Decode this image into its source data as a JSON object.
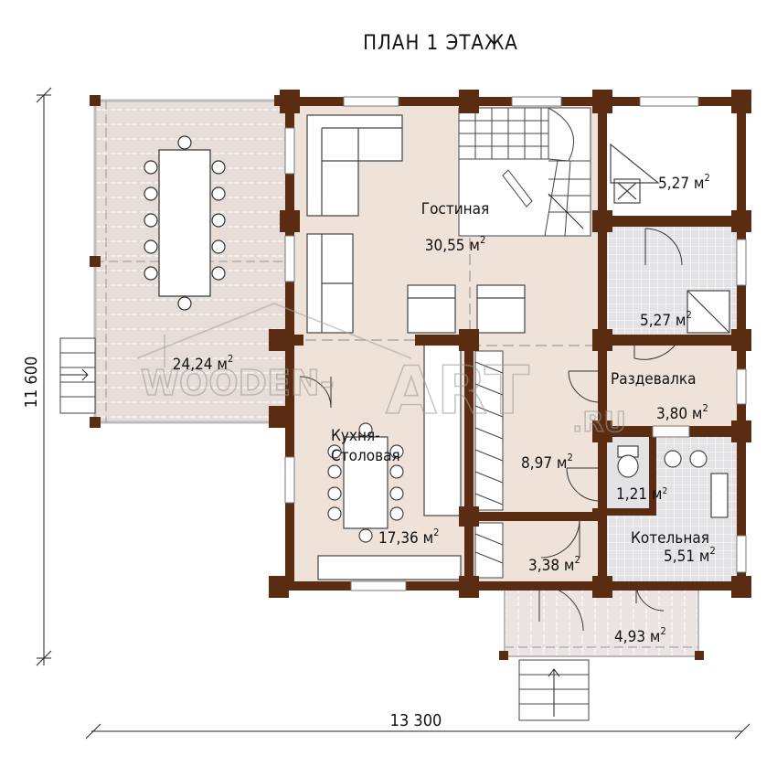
{
  "title": "ПЛАН 1 ЭТАЖА",
  "dimensions": {
    "width": "13 300",
    "height": "11 600"
  },
  "rooms": {
    "living": {
      "name": "Гостиная",
      "area": "30,55 м",
      "sup": "2"
    },
    "kitchen": {
      "name_line1": "Кухня-",
      "name_line2": "Столовая",
      "area": "17,36 м",
      "sup": "2"
    },
    "terrace": {
      "area": "24,24 м",
      "sup": "2"
    },
    "storage_top": {
      "area": "5,27 м",
      "sup": "2"
    },
    "bathroom": {
      "area": "5,27 м",
      "sup": "2"
    },
    "dressing": {
      "name": "Раздевалка",
      "area": "3,80 м",
      "sup": "2"
    },
    "hall": {
      "area": "8,97 м",
      "sup": "2"
    },
    "wc": {
      "area": "1,21 м",
      "sup": "2"
    },
    "boiler": {
      "name": "Котельная",
      "area": "5,51 м",
      "sup": "2"
    },
    "vestibule": {
      "area": "3,38 м",
      "sup": "2"
    },
    "porch": {
      "area": "4,93 м",
      "sup": "2"
    }
  },
  "watermark": {
    "left": "WOODEN-",
    "middle": "ART",
    "right": ".RU"
  },
  "colors": {
    "wall": "#5a2d12",
    "room_fill": "#efe2d8",
    "terrace_fill": "#e6dcd8",
    "tile_fill": "#e3e3e6",
    "tile_line": "#ffffff",
    "furniture": "#ffffff"
  }
}
